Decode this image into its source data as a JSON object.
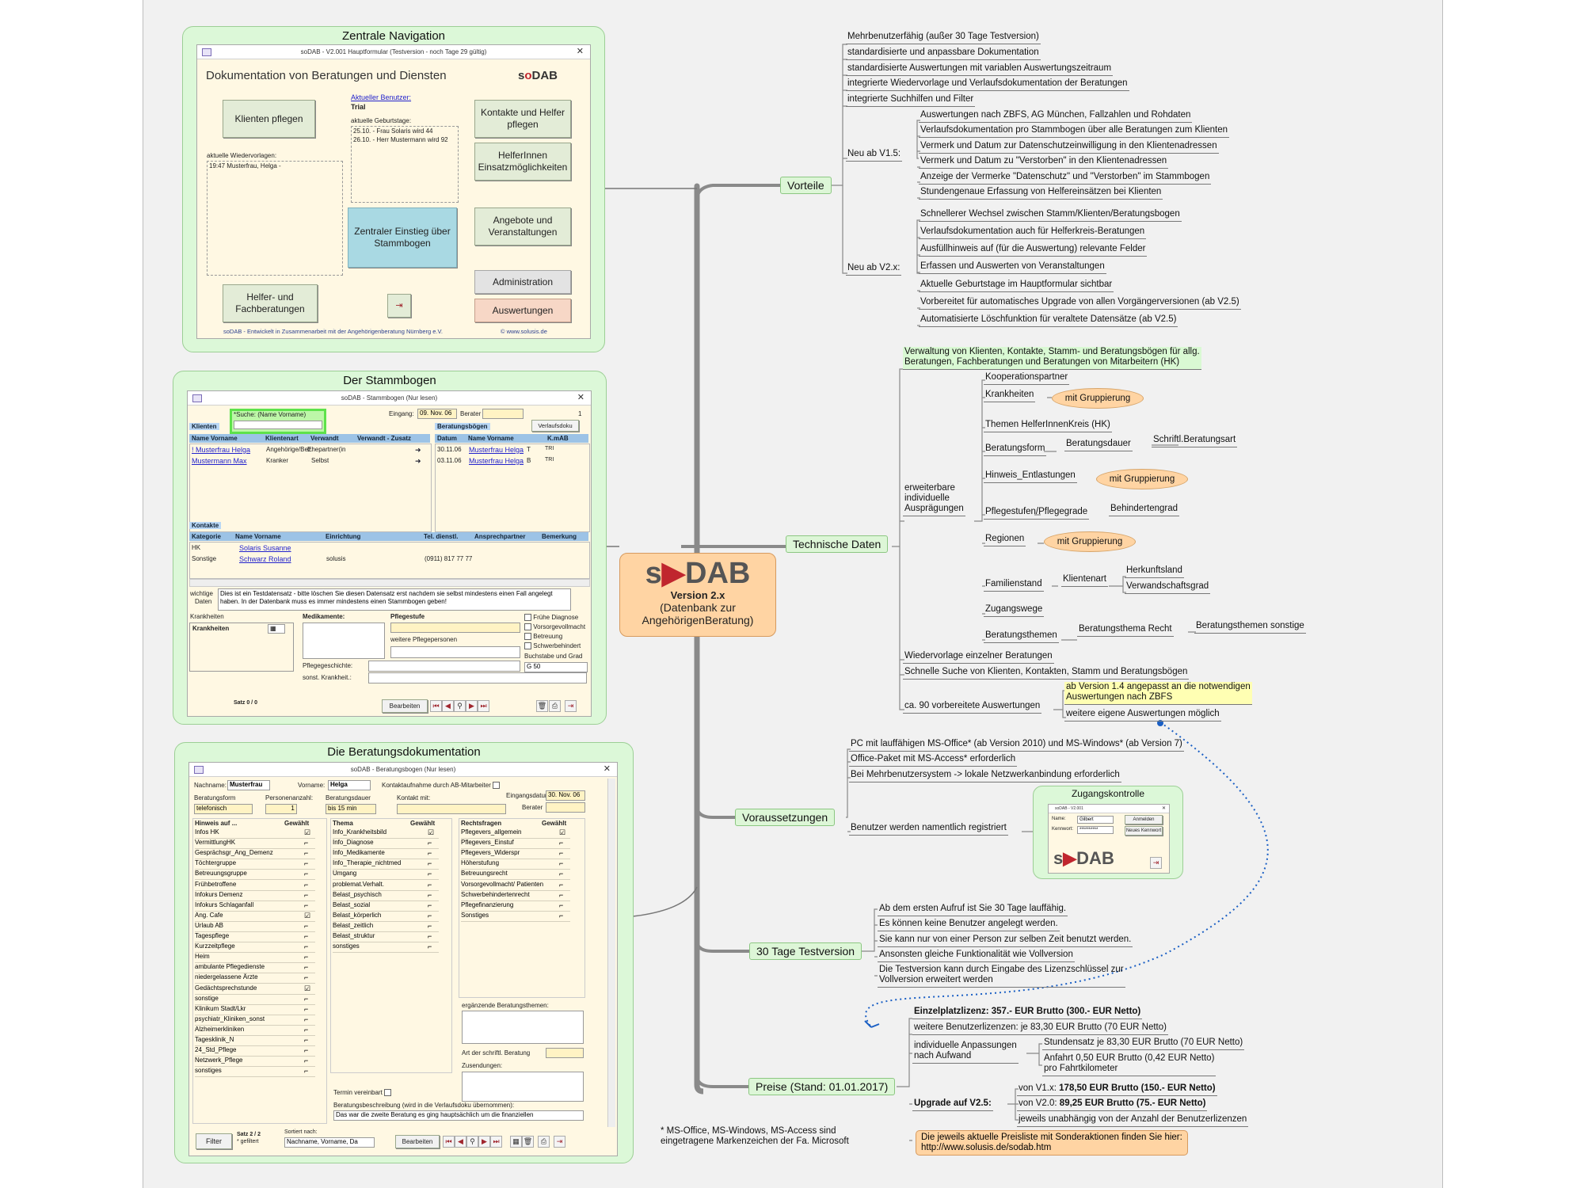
{
  "center": {
    "logo": "soDAB",
    "version": "Version 2.x",
    "subtitle1": "(Datenbank zur",
    "subtitle2": "AngehörigenBeratung)"
  },
  "panels": {
    "nav": {
      "title": "Zentrale Navigation",
      "win_title": "soDAB  -  V2.001    Hauptformular (Testversion - noch Tage 29 gültig)",
      "heading": "Dokumentation von Beratungen und Diensten",
      "logo": "soDAB",
      "btn_klienten": "Klienten pflegen",
      "user_label": "Aktueller Benutzer:",
      "user_value": "Trial",
      "birthdays_label": "aktuelle Geburtstage:",
      "birthday1": "25.10.  - Frau Solaris wird 44",
      "birthday2": "26.10.  - Herr Mustermann wird 92",
      "wv_label": "aktuelle Wiedervorlagen:",
      "wv_item": "19:47  Musterfrau, Helga -",
      "btn_kontakte": "Kontakte und Helfer pflegen",
      "btn_helfer": "HelferInnen Einsatzmöglichkeiten",
      "btn_zentral": "Zentraler Einstieg über Stammbogen",
      "btn_angebote": "Angebote und Veranstaltungen",
      "btn_admin": "Administration",
      "btn_auswert": "Auswertungen",
      "btn_fach": "Helfer- und Fachberatungen",
      "footer_left": "soDAB - Entwickelt in Zusammenarbeit mit der Angehörigenberatung Nürnberg e.V.",
      "footer_right": "© www.solusis.de"
    },
    "stamm": {
      "title": "Der Stammbogen",
      "win_title": "soDAB - Stammbogen (Nur lesen)",
      "search_label": "*Suche: (Name Vorname)",
      "eingang_label": "Eingang:",
      "eingang_value": "09. Nov. 06",
      "berater_label": "Berater",
      "count": "1",
      "verlaufsdoku": "Verlaufsdoku",
      "klienten_label": "Klienten",
      "bb_label": "Beratungsbögen",
      "kl_cols": [
        "Name Vorname",
        "Klientenart",
        "Verwandt",
        "Verwandt - Zusatz"
      ],
      "kl_rows": [
        [
          "! Musterfrau Helga",
          "Angehörige/Bez.",
          "Ehepartner(in",
          ""
        ],
        [
          "Mustermann Max",
          "Kranker",
          "Selbst",
          ""
        ]
      ],
      "bb_cols": [
        "Datum",
        "Name Vorname",
        "K.mAB"
      ],
      "bb_rows": [
        [
          "30.11.06",
          "Musterfrau Helga",
          "T",
          "TRI"
        ],
        [
          "03.11.06",
          "Musterfrau Helga",
          "B",
          "TRI"
        ]
      ],
      "kontakte_label": "Kontakte",
      "ko_cols": [
        "Kategorie",
        "Name Vorname",
        "Einrichtung",
        "Tel. dienstl.",
        "Ansprechpartner",
        "Bemerkung"
      ],
      "ko_rows": [
        [
          "HK",
          "Solaris Susanne",
          "",
          "",
          "",
          ""
        ],
        [
          "Sonstige",
          "Schwarz Roland",
          "solusis",
          "(0911) 817 77 77",
          "",
          ""
        ]
      ],
      "wichtig_label1": "wichtige",
      "wichtig_label2": "Daten",
      "wichtig_text": "Dies ist ein Testdatensatz - bitte löschen Sie diesen Datensatz erst nachdem sie selbst mindestens einen Fall angelegt haben. In der Datenbank muss es immer mindestens einen Stammbogen geben!",
      "krankheiten_label": "Krankheiten",
      "krankheiten_field": "Krankheiten",
      "medikamente": "Medikamente:",
      "pflegestufe": "Pflegestufe",
      "weitere_pflege": "weitere Pflegepersonen",
      "pflegegeschichte": "Pflegegeschichte:",
      "sonst_krank": "sonst. Krankheit.:",
      "chk_fruehe": "Frühe Diagnose",
      "chk_vorsorge": "Vorsorgevollmacht",
      "chk_betreuung": "Betreuung",
      "chk_schwer": "Schwerbehindert",
      "buchstabe": "Buchstabe und Grad",
      "grad_value": "G 50",
      "satz": "Satz 0 / 0",
      "bearbeiten": "Bearbeiten"
    },
    "bd": {
      "title": "Die Beratungsdokumentation",
      "win_title": "soDAB - Beratungsbogen (Nur lesen)",
      "nachname_label": "Nachname:",
      "nachname": "Musterfrau",
      "vorname_label": "Vorname:",
      "vorname": "Helga",
      "kontakt_ab": "Kontaktaufnahme durch AB-Mitarbeiter",
      "bform_label": "Beratungsform",
      "bform": "telefonisch",
      "personen_label": "Personenanzahl:",
      "personen": "1",
      "dauer_label": "Beratungsdauer",
      "dauer": "bis 15 min",
      "kontakt_mit": "Kontakt mit:",
      "eing_label": "Eingangsdatum",
      "eing": "30. Nov. 06",
      "berater_label": "Berater",
      "col1_head": [
        "Hinweis auf ...",
        "Gewählt"
      ],
      "col1": [
        [
          "Infos HK",
          1
        ],
        [
          "VermittlungHK",
          0
        ],
        [
          "Gesprächsgr_Ang_Demenz",
          0
        ],
        [
          "Töchtergruppe",
          0
        ],
        [
          "Betreuungsgruppe",
          0
        ],
        [
          "Frühbetroffene",
          0
        ],
        [
          "Infokurs Demenz",
          0
        ],
        [
          "Infokurs Schlaganfall",
          0
        ],
        [
          "Ang. Cafe",
          1
        ],
        [
          "Urlaub AB",
          0
        ],
        [
          "Tagespflege",
          0
        ],
        [
          "Kurzzeitpflege",
          0
        ],
        [
          "Heim",
          0
        ],
        [
          "ambulante Pflegedienste",
          0
        ],
        [
          "niedergelassene Ärzte",
          0
        ],
        [
          "Gedächtsprechstunde",
          1
        ],
        [
          "sonstige",
          0
        ],
        [
          "Klinikum Stadt/Lkr",
          0
        ],
        [
          "psychiatr_Kliniken_sonst",
          0
        ],
        [
          "Alzheimerkliniken",
          0
        ],
        [
          "Tagesklinik_N",
          0
        ],
        [
          "24_Std_Pflege",
          0
        ],
        [
          "Netzwerk_Pflege",
          0
        ],
        [
          "sonstiges",
          0
        ]
      ],
      "col2_head": [
        "Thema",
        "Gewählt"
      ],
      "col2": [
        [
          "Info_Krankheitsbild",
          1
        ],
        [
          "Info_Diagnose",
          0
        ],
        [
          "Info_Medikamente",
          0
        ],
        [
          "Info_Therapie_nichtmed",
          0
        ],
        [
          "Umgang",
          0
        ],
        [
          "problemat.Verhalt.",
          0
        ],
        [
          "Belast_psychisch",
          0
        ],
        [
          "Belast_sozial",
          0
        ],
        [
          "Belast_körperlich",
          0
        ],
        [
          "Belast_zeitlich",
          0
        ],
        [
          "Belast_struktur",
          0
        ],
        [
          "sonstiges",
          0
        ]
      ],
      "col3_head": [
        "Rechtsfragen",
        "Gewählt"
      ],
      "col3": [
        [
          "Pflegevers_allgemein",
          1
        ],
        [
          "Pflegevers_Einstuf",
          0
        ],
        [
          "Pflegevers_Widerspr",
          0
        ],
        [
          "Höherstufung",
          0
        ],
        [
          "Betreuungsrecht",
          0
        ],
        [
          "Vorsorgevollmacht/ Patienten",
          0
        ],
        [
          "Schwerbehindertenrecht",
          0
        ],
        [
          "Pflegefinanzierung",
          0
        ],
        [
          "Sonstiges",
          0
        ]
      ],
      "ergaenzend": "ergänzende Beratungsthemen:",
      "schriftl": "Art der schriftl. Beratung",
      "zusendungen": "Zusendungen:",
      "termin": "Termin vereinbart",
      "beschreibung": "Beratungsbeschreibung (wird in die Verlaufsdoku übernommen):",
      "beschreibung_text": "Das war die zweite Beratung es ging hauptsächlich um die finanziellen",
      "filter": "Filter",
      "satz": "Satz 2 / 2",
      "gefiltert": "* gefiltert",
      "sortiert": "Sortiert nach:",
      "sort_value": "Nachname, Vorname, Da",
      "bearbeiten": "Bearbeiten"
    }
  },
  "branches": {
    "vorteile": {
      "label": "Vorteile",
      "items": [
        "Mehrbenutzerfähig (außer 30 Tage Testversion)",
        "standardisierte und anpassbare Dokumentation",
        "standardisierte Auswertungen mit variablen Auswertungszeitraum",
        "integrierte Wiedervorlage und Verlaufsdokumentation der Beratungen",
        "integrierte Suchhilfen und Filter"
      ],
      "v15_label": "Neu ab V1.5:",
      "v15": [
        "Auswertungen nach ZBFS, AG München, Fallzahlen und Rohdaten",
        "Verlaufsdokumentation pro Stammbogen über alle Beratungen zum Klienten",
        "Vermerk und Datum zur Datenschutzeinwilligung in den Klientenadressen",
        "Vermerk und Datum zu \"Verstorben\" in den Klientenadressen",
        "Anzeige der Vermerke \"Datenschutz\" und \"Verstorben\" im Stammbogen",
        "Stundengenaue Erfassung von Helfereinsätzen bei Klienten"
      ],
      "v2_label": "Neu ab V2.x:",
      "v2": [
        "Schnellerer Wechsel zwischen Stamm/Klienten/Beratungsbogen",
        "Verlaufsdokumentation auch für Helferkreis-Beratungen",
        "Ausfüllhinweis auf (für die Auswertung) relevante Felder",
        "Erfassen und Auswerten von Veranstaltungen",
        "Aktuelle Geburtstage im Hauptformular sichtbar",
        "Vorbereitet für automatisches Upgrade von allen Vorgängerversionen (ab V2.5)",
        "Automatisierte Löschfunktion für veraltete Datensätze (ab V2.5)"
      ]
    },
    "technik": {
      "label": "Technische Daten",
      "verwaltung1": "Verwaltung von Klienten, Kontakte, Stamm- und Beratungsbögen für allg.",
      "verwaltung2": "Beratungen, Fachberatungen und Beratungen von Mitarbeitern (HK)",
      "erweiterbar1": "erweiterbare",
      "erweiterbar2": "individuelle",
      "erweiterbar3": "Ausprägungen",
      "kooperation": "Kooperationspartner",
      "krankheiten": "Krankheiten",
      "gruppierung": "mit Gruppierung",
      "themen_hk": "Themen HelferInnenKreis (HK)",
      "bform": "Beratungsform",
      "bdauer": "Beratungsdauer",
      "schriftl": "Schriftl.Beratungsart",
      "hinweis": "Hinweis_Entlastungen",
      "pflegestufen": "Pflegestufen/Pflegegrade",
      "behinderten": "Behindertengrad",
      "regionen": "Regionen",
      "familienstand": "Familienstand",
      "klientenart": "Klientenart",
      "herkunft": "Herkunftsland",
      "verwandtschaft": "Verwandschaftsgrad",
      "zugangswege": "Zugangswege",
      "bthemen": "Beratungsthemen",
      "bthema_recht": "Beratungsthema Recht",
      "bthemen_sonst": "Beratungsthemen sonstige",
      "wiedervorlage": "Wiedervorlage einzelner Beratungen",
      "suche": "Schnelle Suche von Klienten, Kontakten, Stamm und Beratungsbögen",
      "auswertungen": "ca. 90 vorbereitete Auswertungen",
      "zbfs1": "ab Version 1.4 angepasst an die notwendigen",
      "zbfs2": "Auswertungen nach ZBFS",
      "eigene": "weitere eigene Auswertungen möglich"
    },
    "voraus": {
      "label": "Voraussetzungen",
      "items": [
        "PC mit lauffähigen MS-Office* (ab Version 2010) und MS-Windows* (ab Version 7)",
        "Office-Paket mit MS-Access* erforderlich",
        "Bei Mehrbenutzersystem -> lokale Netzwerkanbindung erforderlich",
        "Benutzer werden namentlich registriert"
      ],
      "zugang_title": "Zugangskontrolle",
      "zugang_logo": "soDAB",
      "zugang_name_label": "Name:",
      "zugang_name": "Gilbert",
      "zugang_pw_label": "Kennwort:",
      "zugang_pw": "**********",
      "zugang_btn1": "Anmelden",
      "zugang_btn2": "Neues Kennwort",
      "zugang_win": "soDAB - V2.001"
    },
    "test": {
      "label": "30 Tage Testversion",
      "items": [
        "Ab dem ersten Aufruf ist Sie 30 Tage lauffähig.",
        "Es können keine Benutzer angelegt werden.",
        "Sie kann nur von einer Person zur selben Zeit benutzt werden.",
        "Ansonsten gleiche Funktionalität wie Vollversion"
      ],
      "last1": "Die Testversion kann durch Eingabe des Lizenzschlüssel zur",
      "last2": "Vollversion erweitert werden"
    },
    "preise": {
      "label": "Preise (Stand: 01.01.2017)",
      "einzel": "Einzelplatzlizenz: 357.- EUR Brutto (300.- EUR Netto)",
      "weitere": "weitere Benutzerlizenzen:  je 83,30 EUR Brutto (70 EUR Netto)",
      "indiv1": "individuelle Anpassungen",
      "indiv2": "nach Aufwand",
      "stunden": "Stundensatz je 83,30 EUR Brutto (70 EUR Netto)",
      "anfahrt1": "Anfahrt 0,50 EUR Brutto (0,42 EUR Netto)",
      "anfahrt2": "pro Fahrtkilometer",
      "upgrade": "Upgrade auf V2.5:",
      "von_v1_pre": "von V1.x:",
      "von_v1": "178,50 EUR Brutto (150.- EUR Netto)",
      "von_v2_pre": "von V2.0:",
      "von_v2": "89,25 EUR Brutto (75.- EUR Netto)",
      "jeweils": "jeweils unabhängig von der Anzahl der Benutzerlizenzen",
      "liste1": "Die jeweils aktuelle Preisliste mit Sonderaktionen finden Sie hier:",
      "liste2": "http://www.solusis.de/sodab.htm"
    }
  },
  "footnote1": "* MS-Office, MS-Windows, MS-Access sind",
  "footnote2": "eingetragene Markenzeichen der Fa. Microsoft",
  "colors": {
    "node_green": "#ddf6d7",
    "center_orange": "#ffd4a3",
    "pill_orange": "#ffd4a3",
    "highlight_yellow": "#ffffb3",
    "trunk_gray": "#888888",
    "dotted_blue": "#1a5fc4",
    "logo_red": "#c0262e"
  }
}
